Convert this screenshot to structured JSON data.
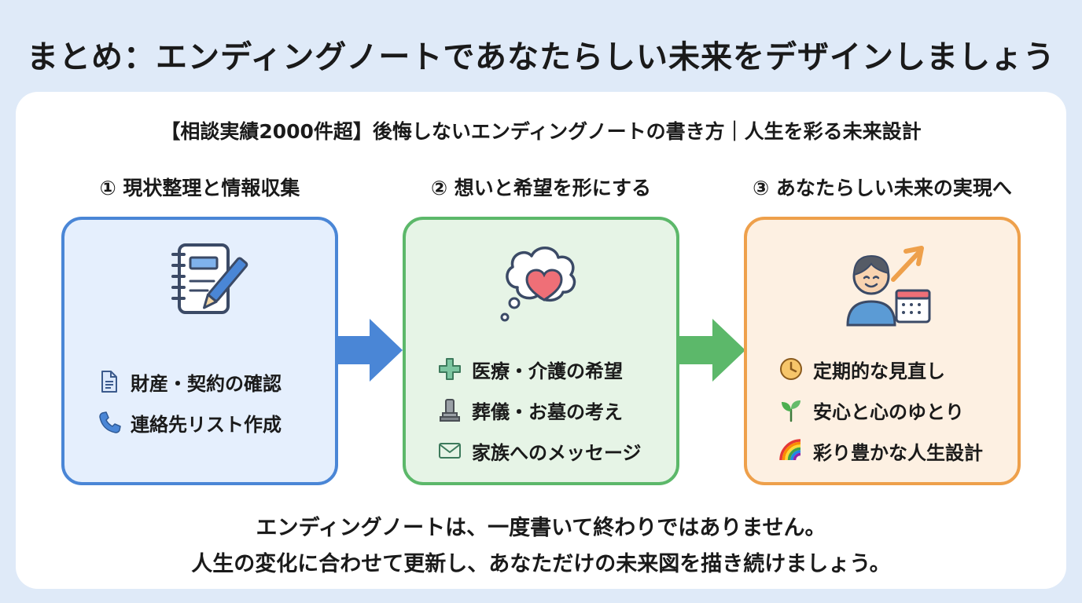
{
  "title": "まとめ：エンディングノートであなたらしい未来をデザインしましょう",
  "subtitle": "【相談実績2000件超】後悔しないエンディングノートの書き方｜人生を彩る未来設計",
  "colors": {
    "blue": "#4a86d6",
    "green": "#5cb86a",
    "orange": "#eea04b"
  },
  "steps": [
    {
      "title": "① 現状整理と情報収集",
      "icon": "notebook-pen-icon",
      "items": [
        {
          "icon": "document-icon",
          "label": "財産・契約の確認"
        },
        {
          "icon": "phone-icon",
          "label": "連絡先リスト作成"
        }
      ]
    },
    {
      "title": "② 想いと希望を形にする",
      "icon": "heart-thought-bubble-icon",
      "items": [
        {
          "icon": "medical-cross-icon",
          "label": "医療・介護の希望"
        },
        {
          "icon": "gravestone-icon",
          "label": "葬儀・お墓の考え"
        },
        {
          "icon": "envelope-icon",
          "label": "家族へのメッセージ"
        }
      ]
    },
    {
      "title": "③ あなたらしい未来の実現へ",
      "icon": "person-calendar-growth-icon",
      "items": [
        {
          "icon": "clock-icon",
          "label": "定期的な見直し"
        },
        {
          "icon": "sprout-icon",
          "label": "安心と心のゆとり"
        },
        {
          "icon": "rainbow-icon",
          "label": "彩り豊かな人生設計"
        }
      ]
    }
  ],
  "footer": {
    "line1": "エンディングノートは、一度書いて終わりではありません。",
    "line2": "人生の変化に合わせて更新し、あなただけの未来図を描き続けましょう。"
  }
}
